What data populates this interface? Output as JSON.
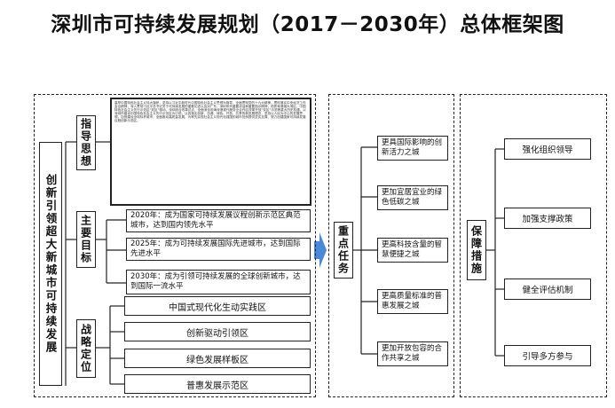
{
  "title": "深圳市可持续发展规划（2017－2030年）总体框架图",
  "main_goal": "创新引领超大新城市可持续发展",
  "sections": {
    "guide": {
      "label": "指导思想",
      "text": "高举中国特色社会主义伟大旗帜，坚持以习近平新时代中国特色社会主义思想为指导，全面贯彻党的十九大精神，贯彻落实中央经济工作会议精神，深入贯彻习近平总书记关于可持续发展的重要论述以及对广东、深圳系列重要讲话和重要指示精神，抢抓粤港澳大湾区、中国特色社会主义先行示范区“双区”驱动，深圳综合改革试点，全面深化前海深港现代服务业合作区改革开放“双区”示范等重大历史机遇，以深圳市建设中国特色社会主义先行示范区为引领，认真落实创新、协调、绿色、开放、共享的新发展理念，坚持以人民为中心的发展思想，加快建设全球标杆城市，全面推动高质量发展，为率先实现社会主义现代化强国的城市范例提供坚实支撑，努力创建国家可持续发展议程创新示范区。"
    },
    "goals": {
      "label": "主要目标",
      "items": [
        "2020年：成为国家可持续发展议程创新示范区典范城市，达到国内领先水平",
        "2025年：成为可持续发展国际先进城市，达到国际先进水平",
        "2030年：成为引领可持续发展的全球创新城市，达到国际一流水平"
      ]
    },
    "positioning": {
      "label": "战略定位",
      "items": [
        "中国式现代化生动实践区",
        "创新驱动引领区",
        "绿色发展样板区",
        "普惠发展示范区"
      ]
    }
  },
  "tasks": {
    "label": "重点任务",
    "items": [
      "更具国际影响的创新活力之城",
      "更加宜居宜业的绿色低碳之城",
      "更高科技含量的智慧便捷之城",
      "更高质量标准的普惠发展之城",
      "更加开放包容的合作共享之城"
    ]
  },
  "guarantee": {
    "label": "保障措施",
    "items": [
      "强化组织领导",
      "加强支撑政策",
      "健全评估机制",
      "引导多方参与"
    ]
  },
  "colors": {
    "arrow": "#4a88d8",
    "line": "#222222"
  }
}
